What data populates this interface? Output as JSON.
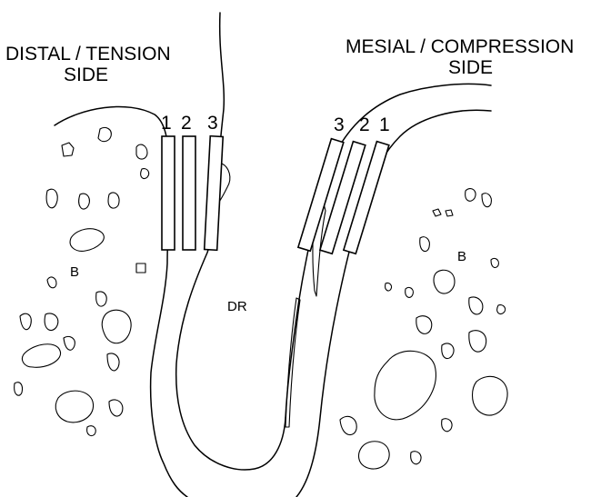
{
  "labels": {
    "distal_line1": "DISTAL / TENSION",
    "distal_line2": "SIDE",
    "mesial_line1": "MESIAL / COMPRESSION",
    "mesial_line2": "SIDE",
    "bone_left": "B",
    "bone_right": "B",
    "root": "DR"
  },
  "sections_distal": [
    "1",
    "2",
    "3"
  ],
  "sections_mesial": [
    "3",
    "2",
    "1"
  ]
}
